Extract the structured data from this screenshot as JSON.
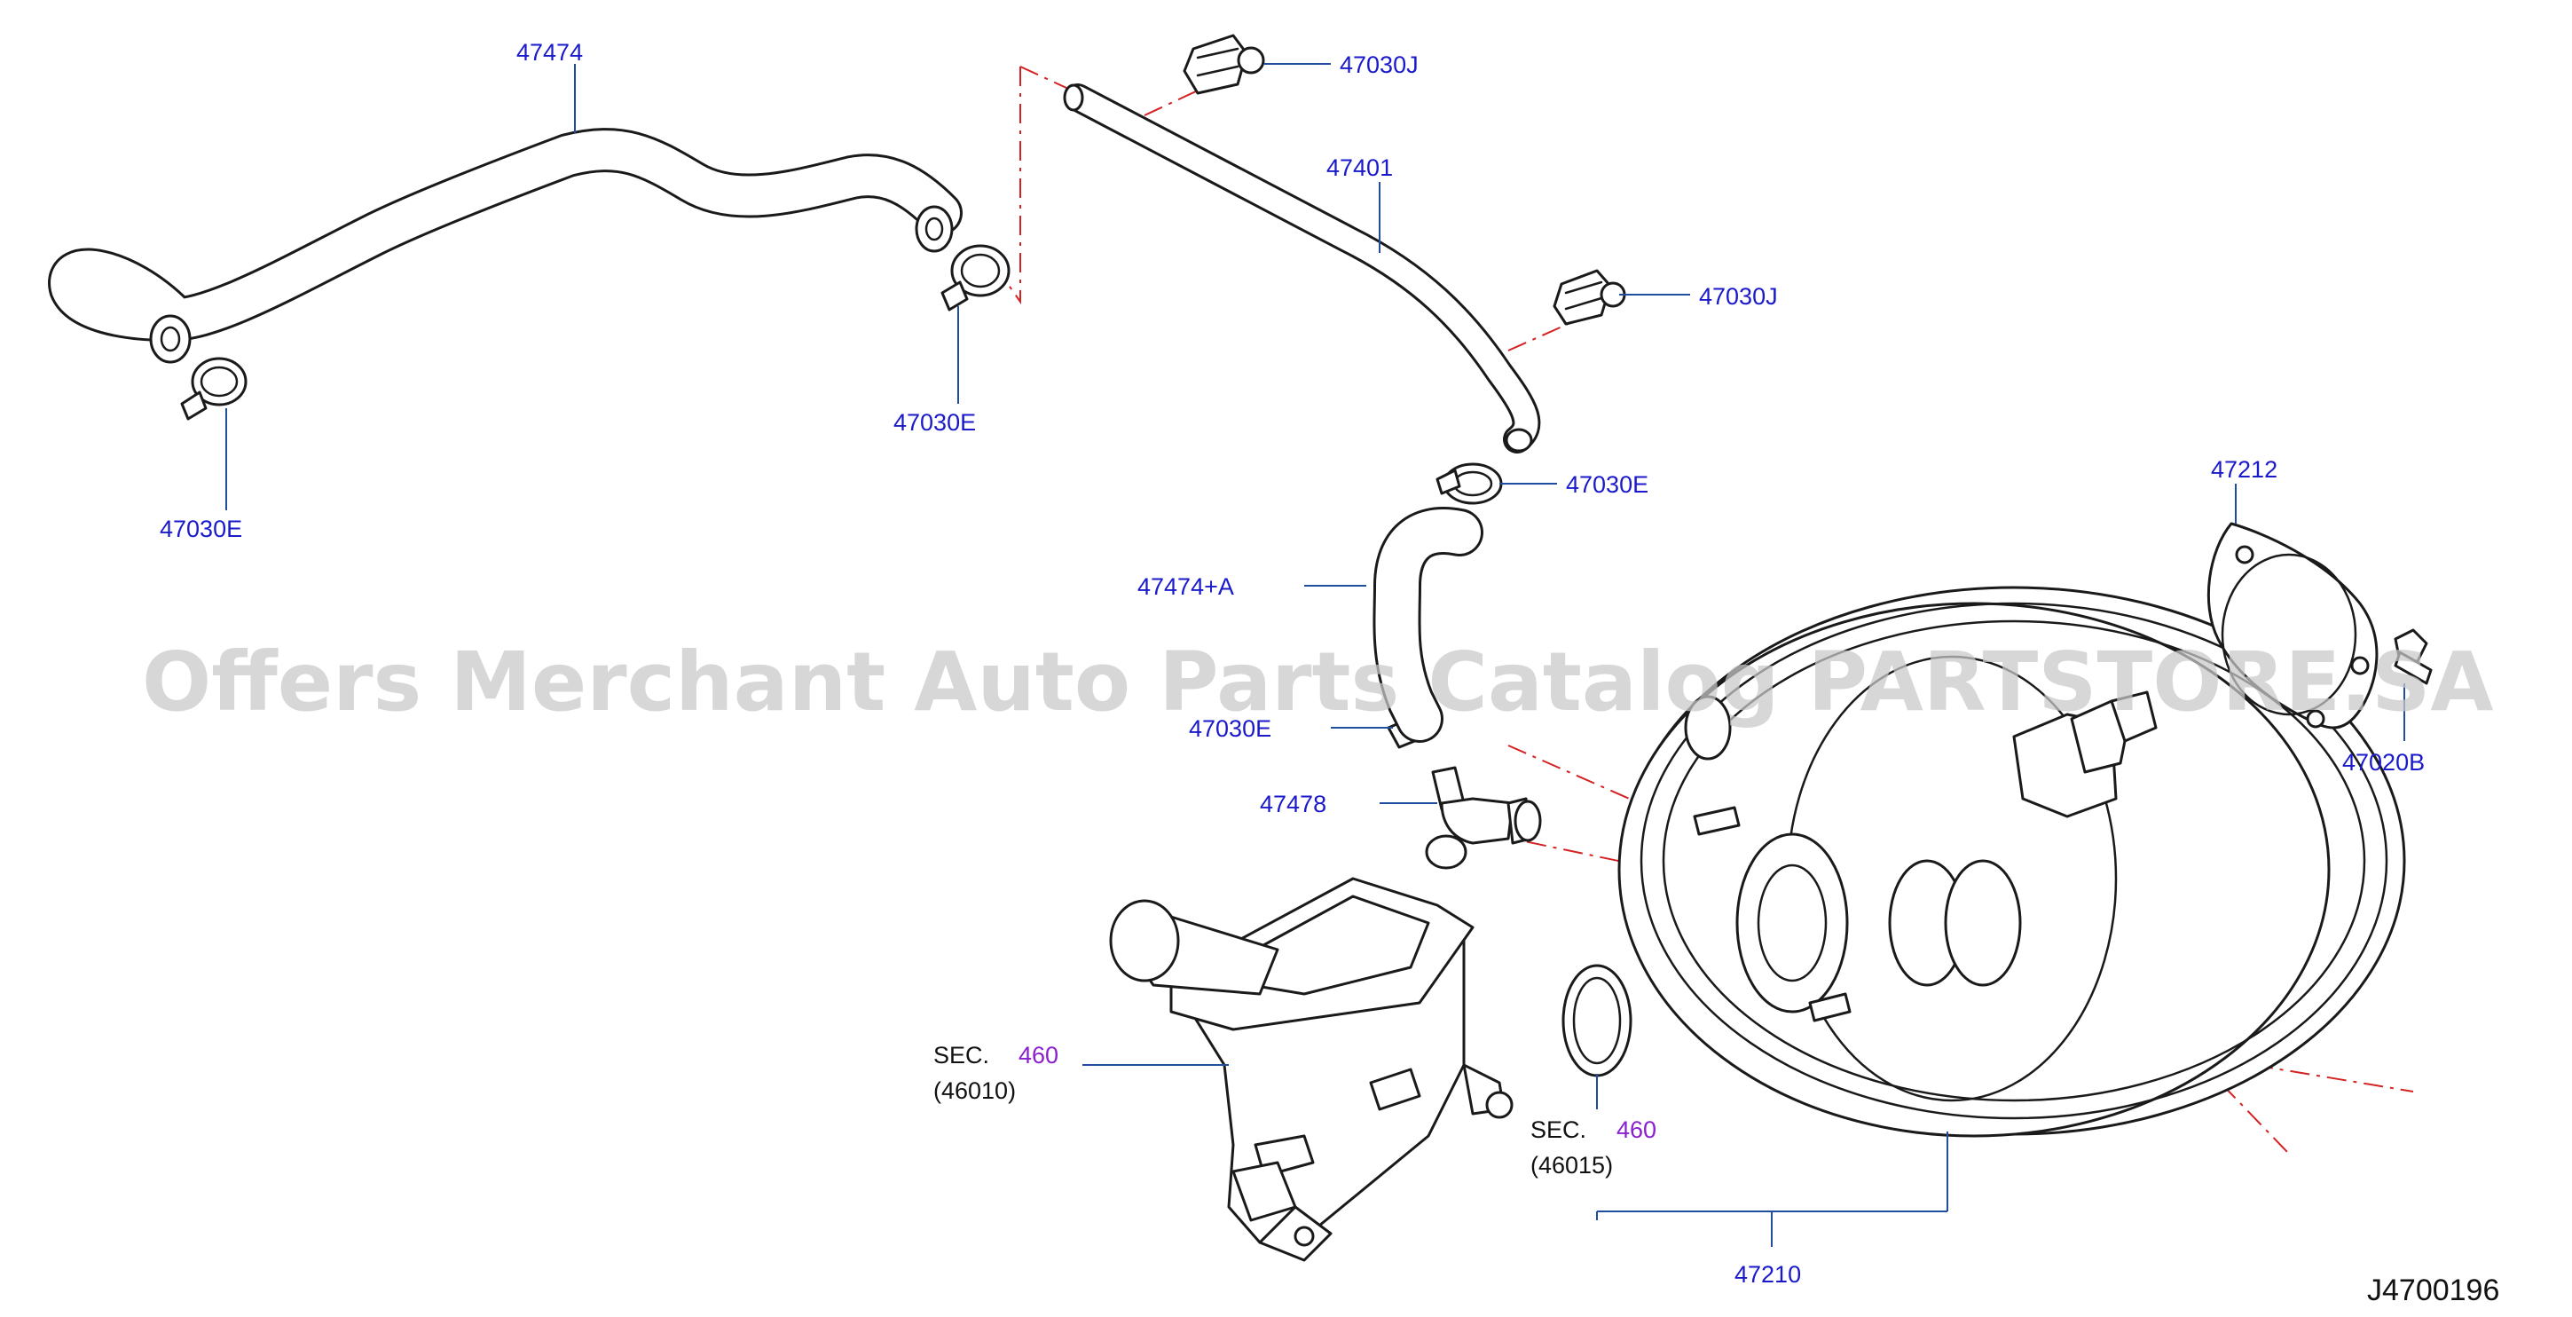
{
  "watermark": "Offers Merchant Auto Parts Catalog PARTSTORE.SA",
  "diagram_code": "J4700196",
  "labels": {
    "p47474": "47474",
    "p47030J_top": "47030J",
    "p47401": "47401",
    "p47030J_mid": "47030J",
    "p47030E_left": "47030E",
    "p47030E_center": "47030E",
    "p47030E_right": "47030E",
    "p47030E_lower": "47030E",
    "p47474A": "47474+A",
    "p47478": "47478",
    "p47212": "47212",
    "p47020B": "47020B",
    "p47210": "47210"
  },
  "sections": {
    "master_cylinder": {
      "prefix": "SEC.",
      "number": "460",
      "code": "(46010)"
    },
    "seal": {
      "prefix": "SEC.",
      "number": "460",
      "code": "(46015)"
    }
  },
  "colors": {
    "label": "#1a1acb",
    "section_number": "#8a1fd0",
    "leader": "#1f4e9e",
    "alignment_line": "#d42121",
    "outline": "#1a1a1a"
  }
}
